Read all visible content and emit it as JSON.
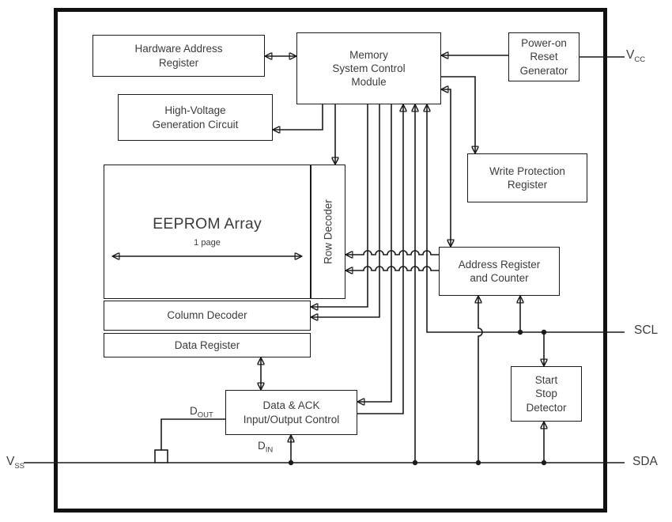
{
  "diagram": {
    "blocks": {
      "hardware_address_register": "Hardware Address\nRegister",
      "memory_system_control": "Memory\nSystem Control\nModule",
      "power_on_reset": "Power-on\nReset\nGenerator",
      "high_voltage": "High-Voltage\nGeneration Circuit",
      "eeprom_array": "EEPROM Array",
      "eeprom_page_label": "1 page",
      "row_decoder": "Row Decoder",
      "write_protection_register": "Write Protection\nRegister",
      "address_register_counter": "Address Register\nand Counter",
      "column_decoder": "Column Decoder",
      "data_register": "Data Register",
      "data_ack_io": "Data & ACK\nInput/Output Control",
      "start_stop_detector": "Start\nStop\nDetector"
    },
    "pins": {
      "vcc": {
        "base": "V",
        "sub": "CC"
      },
      "vss": {
        "base": "V",
        "sub": "SS"
      },
      "scl": "SCL",
      "sda": "SDA",
      "dout": {
        "base": "D",
        "sub": "OUT"
      },
      "din": {
        "base": "D",
        "sub": "IN"
      }
    },
    "colors": {
      "line": "#1a1a1a",
      "text": "#3c3c3c",
      "background": "#ffffff"
    }
  }
}
